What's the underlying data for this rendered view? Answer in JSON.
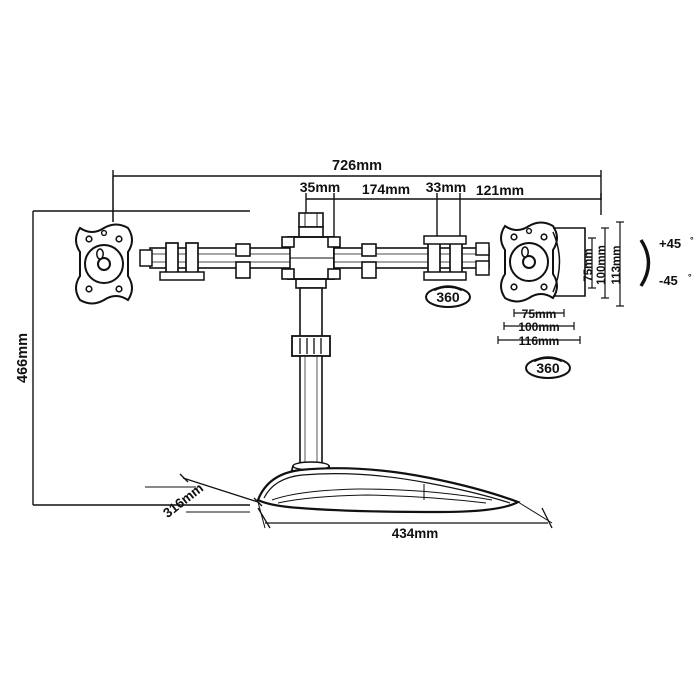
{
  "drawing": {
    "title": "Dual Monitor Desk Stand Technical Dimension Drawing",
    "background_color": "#ffffff",
    "line_color": "#111111",
    "units": "mm"
  },
  "dimensions": {
    "overall_width": "726mm",
    "overall_height": "466mm",
    "base_depth": "316mm",
    "base_width": "434mm",
    "segment_a": "35mm",
    "segment_b": "174mm",
    "segment_c": "33mm",
    "segment_d": "121mm"
  },
  "vesa": {
    "vertical_inner": "75mm",
    "vertical_outer": "100mm",
    "vertical_total": "113mm",
    "horizontal_inner": "75mm",
    "horizontal_outer": "100mm",
    "horizontal_total": "116mm"
  },
  "rotation": {
    "arm_badge": "360",
    "head_badge": "360"
  },
  "tilt": {
    "up": "+45",
    "down": "-45",
    "degree_symbol": "°"
  }
}
